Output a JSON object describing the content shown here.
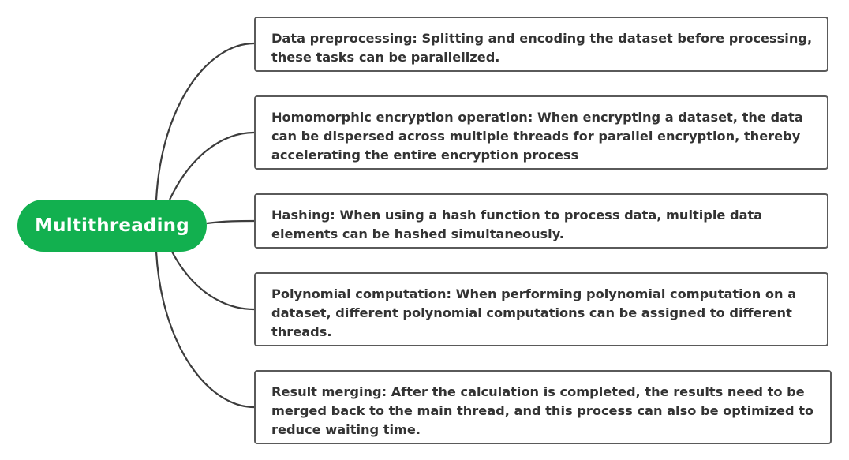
{
  "root": {
    "label": "Multithreading",
    "color": "#12b04f"
  },
  "branches": [
    {
      "label": "Data preprocessing: Splitting and encoding the dataset before processing, these tasks can be parallelized."
    },
    {
      "label": "Homomorphic encryption operation: When encrypting a dataset, the data can be dispersed across multiple threads for parallel encryption, thereby accelerating the entire encryption process"
    },
    {
      "label": "Hashing: When using a hash function to process data, multiple data elements can be hashed simultaneously."
    },
    {
      "label": "Polynomial computation: When performing polynomial computation on a dataset, different polynomial computations can be assigned to different threads."
    },
    {
      "label": "Result merging: After the calculation is completed, the results need to be merged back to the main thread, and this process can also be optimized to reduce waiting time."
    }
  ],
  "colors": {
    "connector": "#3c3c3c",
    "box_border": "#5a5a5a",
    "text": "#333333"
  }
}
